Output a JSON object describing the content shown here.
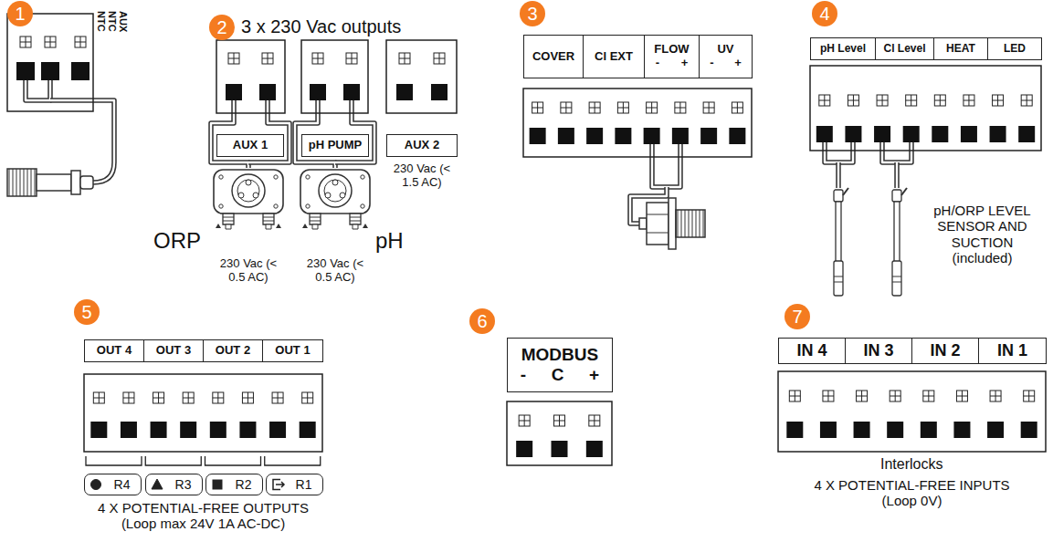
{
  "diagram": {
    "nodes": [
      {
        "text": [
          "AUX 1"
        ]
      },
      {
        "text": [
          "pH PUMP"
        ]
      },
      {
        "text": [
          "AUX 2"
        ]
      },
      {
        "text": [
          "COVER"
        ]
      },
      {
        "text": [
          "Cl EXT"
        ]
      },
      {
        "text": [
          "FLOW",
          "-",
          "+"
        ]
      },
      {
        "text": [
          "UV",
          "-",
          "+"
        ]
      },
      {
        "text": [
          "pH Level"
        ]
      },
      {
        "text": [
          "Cl Level"
        ]
      },
      {
        "text": [
          "HEAT"
        ]
      },
      {
        "text": [
          "LED"
        ]
      },
      {
        "text": [
          "OUT 4"
        ]
      },
      {
        "text": [
          "OUT 3"
        ]
      },
      {
        "text": [
          "OUT 2"
        ]
      },
      {
        "text": [
          "OUT 1"
        ]
      },
      {
        "text": [
          "R4"
        ]
      },
      {
        "text": [
          "R3"
        ]
      },
      {
        "text": [
          "R2"
        ]
      },
      {
        "text": [
          "R1"
        ]
      },
      {
        "text": [
          "MODBUS",
          "-",
          "C",
          "+"
        ]
      },
      {
        "text": [
          "IN 4"
        ]
      },
      {
        "text": [
          "IN 3"
        ]
      },
      {
        "text": [
          "IN 2"
        ]
      },
      {
        "text": [
          "IN 1"
        ]
      }
    ],
    "labels": [
      "1",
      "NTC",
      "NTC",
      "AUX",
      "2",
      "3 x 230 Vac outputs",
      "ORP",
      "pH",
      "230 Vac (< 0.5 AC)",
      "230 Vac (< 0.5 AC)",
      "230 Vac (< 1.5 AC)",
      "3",
      "4",
      "pH/ORP LEVEL SENSOR AND SUCTION (included)",
      "5",
      "4 X POTENTIAL-FREE OUTPUTS (Loop max 24V 1A AC-DC)",
      "6",
      "7",
      "Interlocks",
      "4 X POTENTIAL-FREE INPUTS (Loop 0V)"
    ]
  }
}
